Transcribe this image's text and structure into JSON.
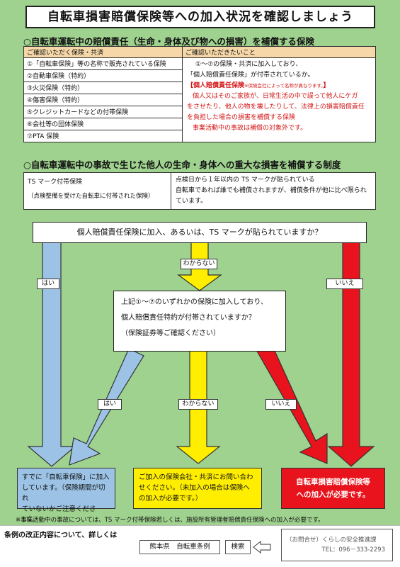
{
  "title": "自転車損害賠償保険等への加入状況を確認しましょう",
  "section1": {
    "heading": "○自転車運転中の賠償責任（生命・身体及び物への損害）を補償する保険",
    "col_left_header": "ご確認いただく保険・共済",
    "col_right_header": "ご確認いただきたいこと",
    "items": [
      "①「自転車保険」等の名称で販売されている保険",
      "②自動車保険（特約）",
      "③火災保険（特約）",
      "④傷害保険（特約）",
      "⑤クレジットカードなどの付帯保険",
      "⑥会社等の団体保険",
      "⑦PTA 保険"
    ],
    "check_line1": "①〜⑦の保険・共済に加入しており、",
    "check_line2": "「個人賠償責任保険」が付帯されているか。",
    "note_title": "【個人賠償責任保険",
    "note_small": "※保険会社によって名称が異なります。",
    "note_close": "】",
    "note_lines": [
      "個人又はそのご家族が、日常生活の中で誤って他人にケガ",
      "をさせたり、他人の物を壊したりして、法律上の損害賠償責任",
      "を負担した場合の損害を補償する保険",
      "事業活動中の事故は補償の対象外です。"
    ]
  },
  "section2": {
    "heading": "○自転車運転中の事故で生じた他人の生命・身体への重大な損害を補償する制度",
    "left_title": "TS マーク付帯保険",
    "left_sub": "（点検整備を受けた自転車に付帯された保険）",
    "right_lines": [
      "点検日から１年以内の TS マークが貼られている",
      "自転車であれば誰でも補償されますが、補償条件が他に比べ限られ",
      "ています。"
    ]
  },
  "flow": {
    "question1": "個人賠償責任保険に加入、あるいは、TS マークが貼られていますか？",
    "label_yes_1": "はい",
    "label_unknown_1": "わからない",
    "label_no_1": "いいえ",
    "question2_lines": [
      "上記①〜⑦のいずれかの保険に加入しており、",
      "個人賠償責任特約が付帯されていますか？",
      "（保険証券等ご確認ください）"
    ],
    "label_yes_2": "はい",
    "label_unknown_2": "わからない",
    "label_no_2": "いいえ",
    "result_yes_lines": [
      "すでに「自転車保険」に加入",
      "しています。（保険期間が切れ",
      "ていないかご注意ください）。"
    ],
    "result_unknown_lines": [
      "ご加入の保険会社・共済にお問い合わ",
      "せください。（未加入の場合は保険へ",
      "の加入が必要です。）"
    ],
    "result_no_lines": [
      "自転車損害賠償保険等",
      "への加入が必要です。"
    ]
  },
  "footnote": "※事業活動中の事故については、TS マーク付帯保険若しくは、施設所有管理者賠償責任保険への加入が必要です。",
  "footer": {
    "text": "条例の改正内容について、詳しくは",
    "search_text": "熊本県　自転車条例",
    "search_button": "検索",
    "contact_line1": "（お問合せ）くらしの安全推進課",
    "contact_line2": "TEL：096－333-2293"
  },
  "colors": {
    "background": "#9fd18f",
    "blue_arrow": "#9cc3e6",
    "yellow_arrow": "#ffee00",
    "red_arrow": "#e8131c",
    "header_fill": "#f5d7a8"
  }
}
